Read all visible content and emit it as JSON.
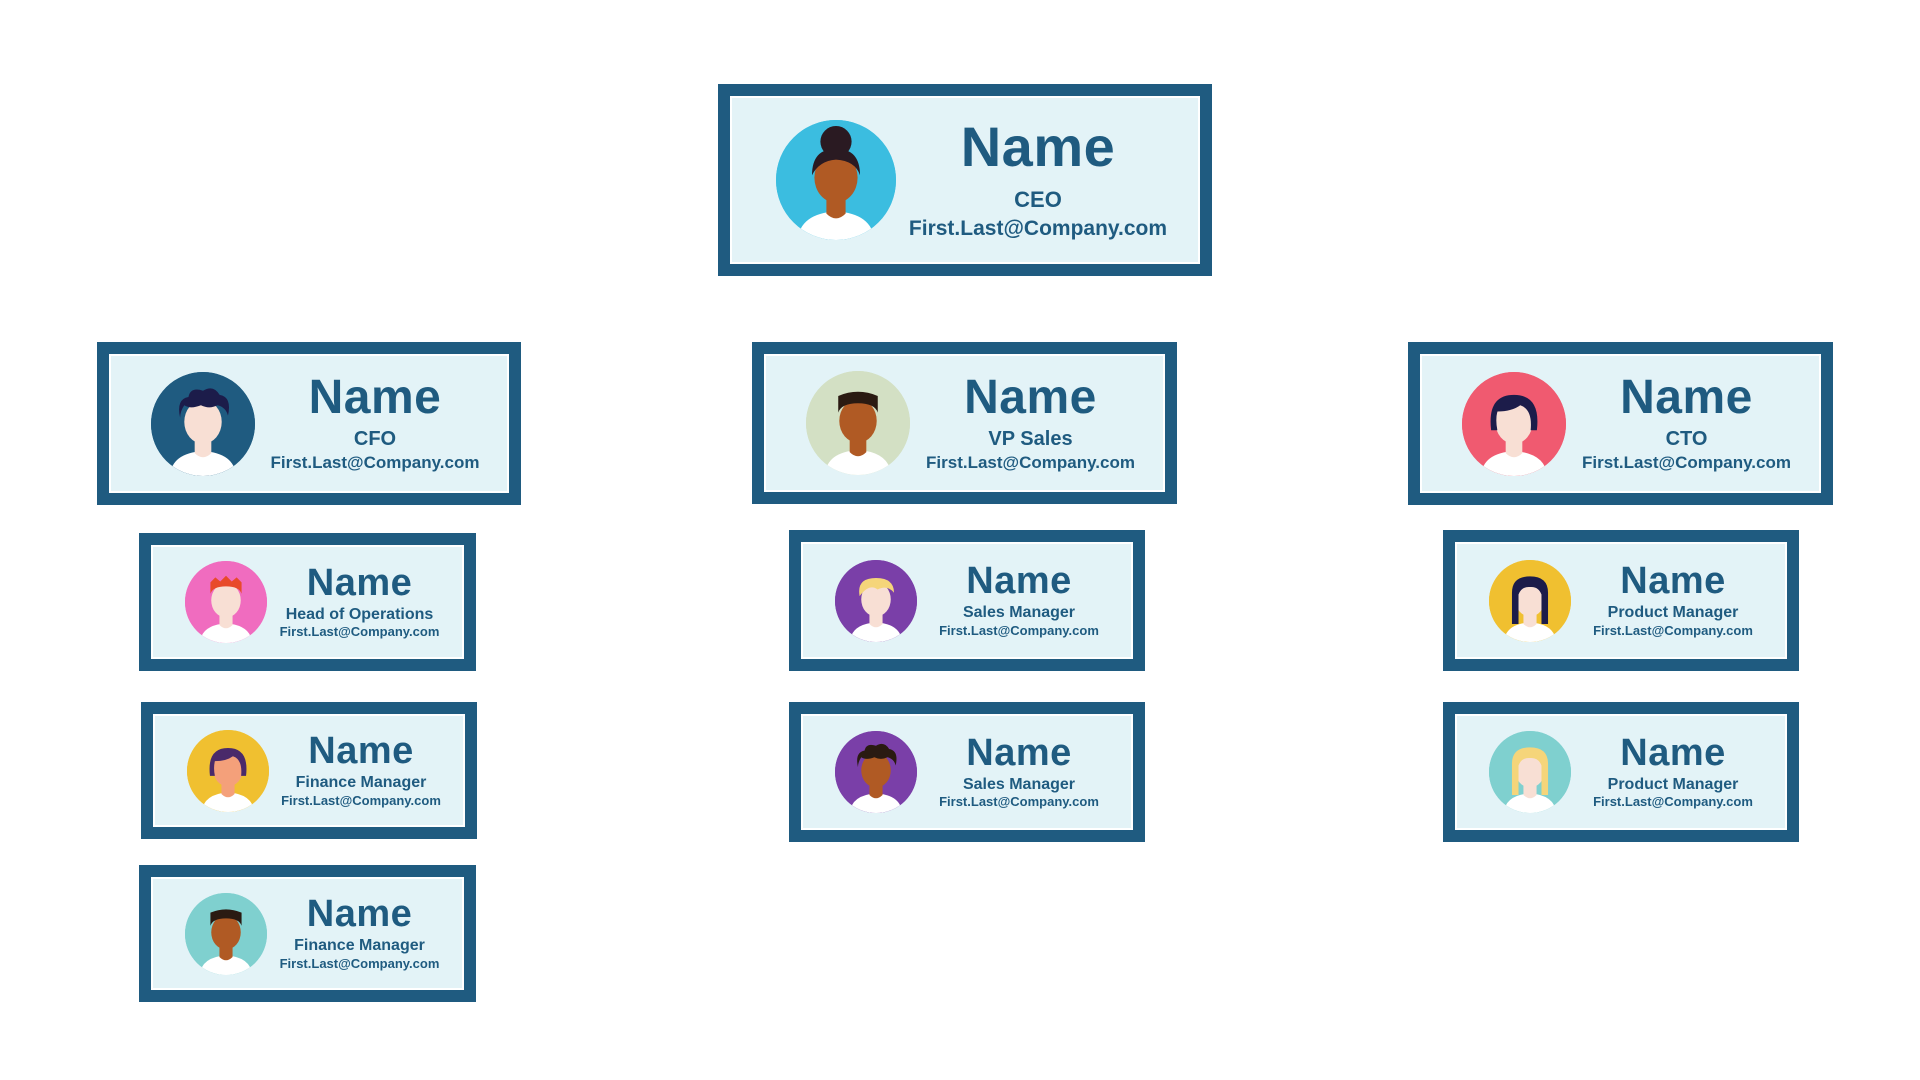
{
  "cards": [
    {
      "id": "ceo",
      "name": "Name",
      "role": "CEO",
      "email": "First.Last@Company.com",
      "avatar": {
        "bg": "#3bbde0",
        "skin": "#b05a24",
        "hair": "#2a1a22",
        "style": "bun",
        "icon": "woman-bun-avatar-icon"
      }
    },
    {
      "id": "cfo",
      "name": "Name",
      "role": "CFO",
      "email": "First.Last@Company.com",
      "avatar": {
        "bg": "#1f5b80",
        "skin": "#f8dfd4",
        "hair": "#1c1c4a",
        "style": "curly",
        "icon": "man-curly-hair-avatar-icon"
      }
    },
    {
      "id": "vp-sales",
      "name": "Name",
      "role": "VP Sales",
      "email": "First.Last@Company.com",
      "avatar": {
        "bg": "#d3e0c4",
        "skin": "#b05a24",
        "hair": "#2a1a12",
        "style": "flat",
        "icon": "man-flat-top-avatar-icon"
      }
    },
    {
      "id": "cto",
      "name": "Name",
      "role": "CTO",
      "email": "First.Last@Company.com",
      "avatar": {
        "bg": "#f05a70",
        "skin": "#f8dfd4",
        "hair": "#1c1c4a",
        "style": "bob",
        "icon": "woman-bob-avatar-icon"
      }
    },
    {
      "id": "head-ops",
      "name": "Name",
      "role": "Head of Operations",
      "email": "First.Last@Company.com",
      "avatar": {
        "bg": "#f06cbf",
        "skin": "#f8dfd4",
        "hair": "#e84a2a",
        "style": "spiky",
        "icon": "man-red-hair-avatar-icon"
      }
    },
    {
      "id": "sales-mgr-1",
      "name": "Name",
      "role": "Sales Manager",
      "email": "First.Last@Company.com",
      "avatar": {
        "bg": "#7a3fa8",
        "skin": "#f8dfd4",
        "hair": "#f5d57a",
        "style": "swoop",
        "icon": "man-blond-avatar-icon"
      }
    },
    {
      "id": "product-mgr-1",
      "name": "Name",
      "role": "Product Manager",
      "email": "First.Last@Company.com",
      "avatar": {
        "bg": "#f0c030",
        "skin": "#f8dfd4",
        "hair": "#1c1c4a",
        "style": "long",
        "icon": "woman-long-hair-avatar-icon"
      }
    },
    {
      "id": "finance-mgr-1",
      "name": "Name",
      "role": "Finance Manager",
      "email": "First.Last@Company.com",
      "avatar": {
        "bg": "#f0c030",
        "skin": "#f4a07a",
        "hair": "#4a2a6a",
        "style": "bob",
        "icon": "woman-purple-bob-avatar-icon"
      }
    },
    {
      "id": "sales-mgr-2",
      "name": "Name",
      "role": "Sales Manager",
      "email": "First.Last@Company.com",
      "avatar": {
        "bg": "#7a3fa8",
        "skin": "#b05a24",
        "hair": "#2a1a12",
        "style": "curly",
        "icon": "woman-curly-avatar-icon"
      }
    },
    {
      "id": "product-mgr-2",
      "name": "Name",
      "role": "Product Manager",
      "email": "First.Last@Company.com",
      "avatar": {
        "bg": "#7fd0cf",
        "skin": "#f8dfd4",
        "hair": "#f5d57a",
        "style": "long",
        "icon": "woman-blonde-avatar-icon"
      }
    },
    {
      "id": "finance-mgr-2",
      "name": "Name",
      "role": "Finance Manager",
      "email": "First.Last@Company.com",
      "avatar": {
        "bg": "#7fd0cf",
        "skin": "#b05a24",
        "hair": "#2a1a12",
        "style": "flat",
        "icon": "man-short-hair-avatar-icon"
      }
    }
  ]
}
